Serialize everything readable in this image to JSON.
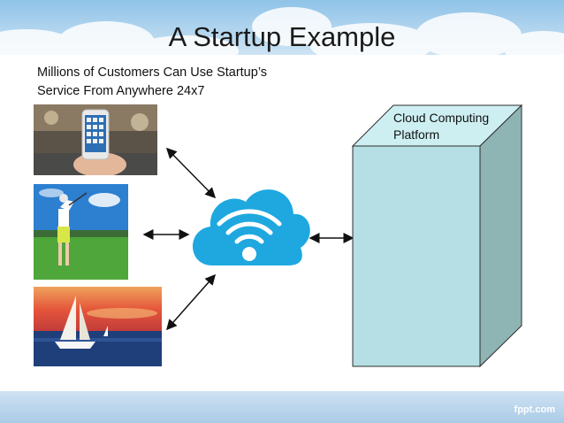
{
  "slide": {
    "title": "A Startup Example",
    "subtitle_line1": "Millions of Customers Can Use Startup’s",
    "subtitle_line2": "Service From Anywhere 24x7",
    "platform_label_line1": "Cloud Computing",
    "platform_label_line2": "Platform",
    "brand": "fppt.com"
  },
  "icons": {
    "cloud": "cloud-wifi-icon",
    "arrows": "double-headed-arrow-icon"
  },
  "colors": {
    "cloud": "#1ea8df",
    "platform_front": "#b5dfe4",
    "platform_side": "#8eb5b3",
    "platform_top": "#cdeff2"
  }
}
